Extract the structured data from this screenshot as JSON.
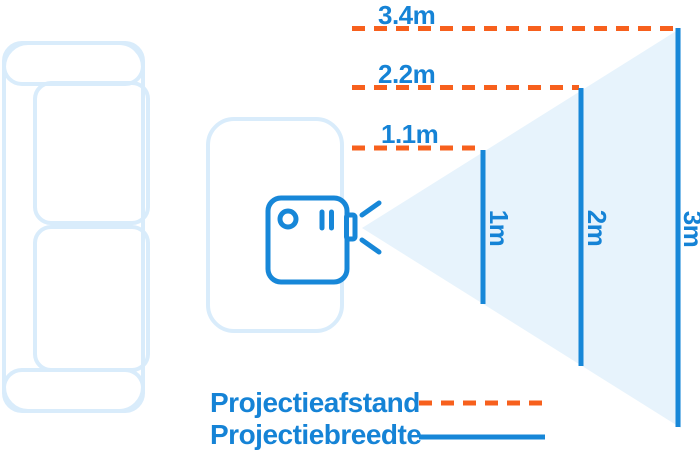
{
  "diagram_subject": "projector-throw-distance-vs-projection-width",
  "colors": {
    "line_blue": "#1787d8",
    "text_blue": "#1583d6",
    "dash_orange": "#f7601d",
    "beam_fill": "#e7f3fc",
    "furniture_outline": "#d9ecfb"
  },
  "projection_pairs": [
    {
      "distance": "1.1m",
      "width": "1m"
    },
    {
      "distance": "2.2m",
      "width": "2m"
    },
    {
      "distance": "3.4m",
      "width": "3m"
    }
  ],
  "legend": {
    "distance_label": "Projectieafstand",
    "width_label": "Projectiebreedte"
  }
}
